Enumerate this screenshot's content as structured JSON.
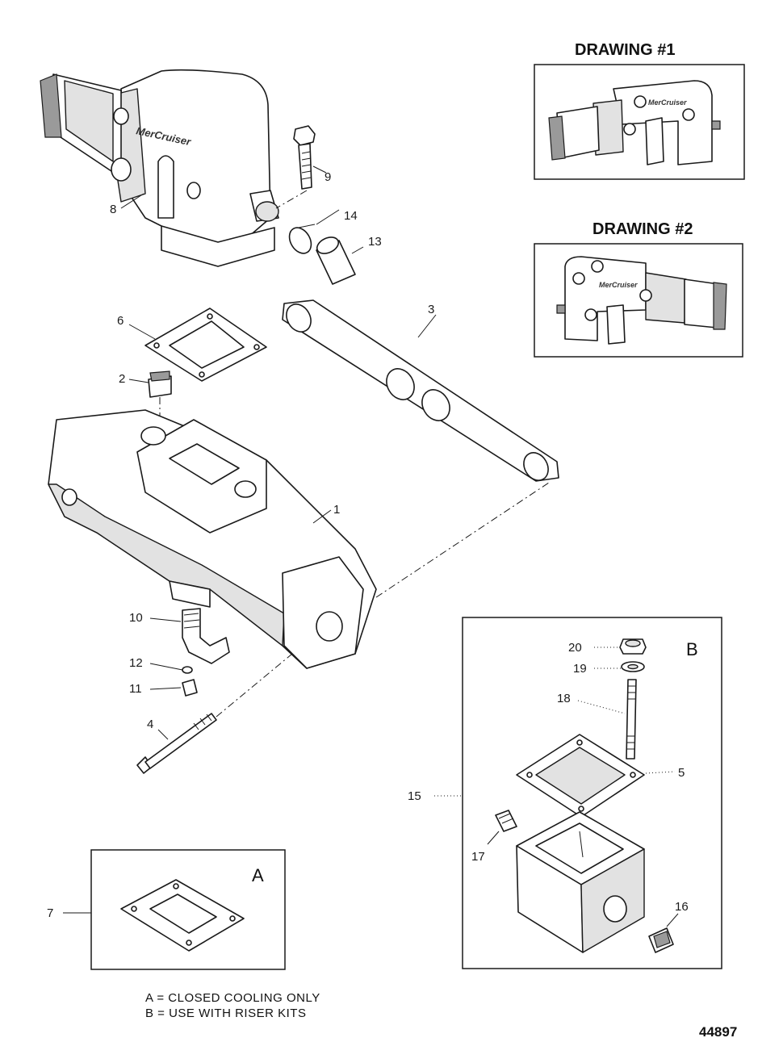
{
  "drawings": {
    "drawing1_title": "DRAWING #1",
    "drawing2_title": "DRAWING #2"
  },
  "callouts": {
    "c1": "1",
    "c2": "2",
    "c3": "3",
    "c4": "4",
    "c5": "5",
    "c6": "6",
    "c7": "7",
    "c8": "8",
    "c9": "9",
    "c10": "10",
    "c11": "11",
    "c12": "12",
    "c13": "13",
    "c14": "14",
    "c15": "15",
    "c16": "16",
    "c17": "17",
    "c18": "18",
    "c19": "19",
    "c20": "20"
  },
  "boxes": {
    "box_a_letter": "A",
    "box_b_letter": "B"
  },
  "legend": {
    "line_a": "A = CLOSED COOLING ONLY",
    "line_b": "B = USE WITH RISER KITS"
  },
  "figure_number": "44897",
  "brand_mark": "MerCruiser"
}
